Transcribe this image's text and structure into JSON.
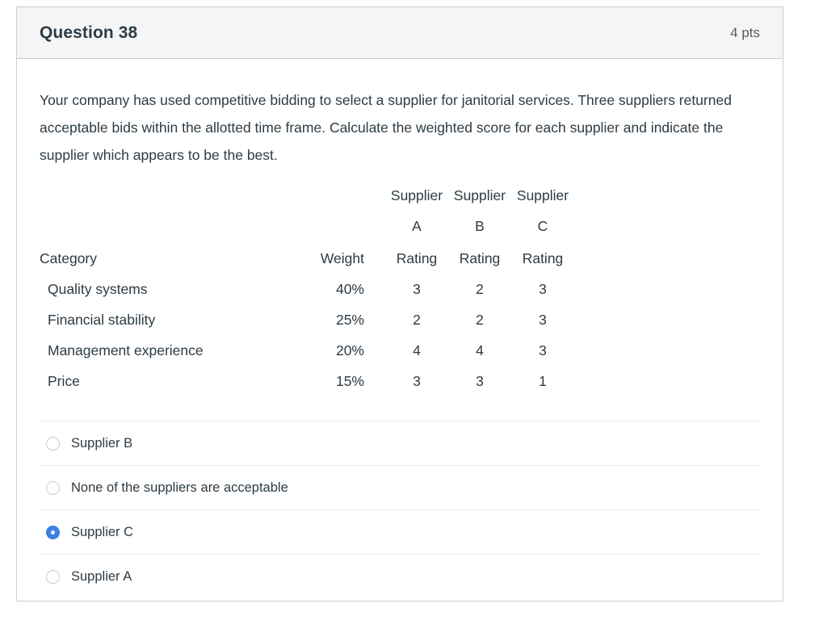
{
  "header": {
    "title": "Question 38",
    "points": "4 pts"
  },
  "prompt": "Your company has used competitive bidding to select a supplier for janitorial services.  Three suppliers returned acceptable bids within the allotted time frame.  Calculate the weighted score for each supplier and indicate the supplier which appears to be the best.",
  "table": {
    "supplier_headers": [
      "Supplier A",
      "Supplier B",
      "Supplier C"
    ],
    "column_headers": {
      "category": "Category",
      "weight": "Weight",
      "rating_a": "Rating",
      "rating_b": "Rating",
      "rating_c": "Rating"
    },
    "rows": [
      {
        "category": "Quality systems",
        "weight": "40%",
        "rating_a": "3",
        "rating_b": "2",
        "rating_c": "3"
      },
      {
        "category": "Financial stability",
        "weight": "25%",
        "rating_a": "2",
        "rating_b": "2",
        "rating_c": "3"
      },
      {
        "category": "Management experience",
        "weight": "20%",
        "rating_a": "4",
        "rating_b": "4",
        "rating_c": "3"
      },
      {
        "category": "Price",
        "weight": "15%",
        "rating_a": "3",
        "rating_b": "3",
        "rating_c": "1"
      }
    ]
  },
  "answers": [
    {
      "label": "Supplier B",
      "selected": false
    },
    {
      "label": "None of the suppliers are acceptable",
      "selected": false
    },
    {
      "label": "Supplier C",
      "selected": true
    },
    {
      "label": "Supplier A",
      "selected": false
    }
  ],
  "colors": {
    "accent": "#3b7fe5",
    "text": "#2d3b45",
    "header_bg": "#f5f5f5",
    "border": "#c7cdd1",
    "divider": "#e8eaec"
  }
}
